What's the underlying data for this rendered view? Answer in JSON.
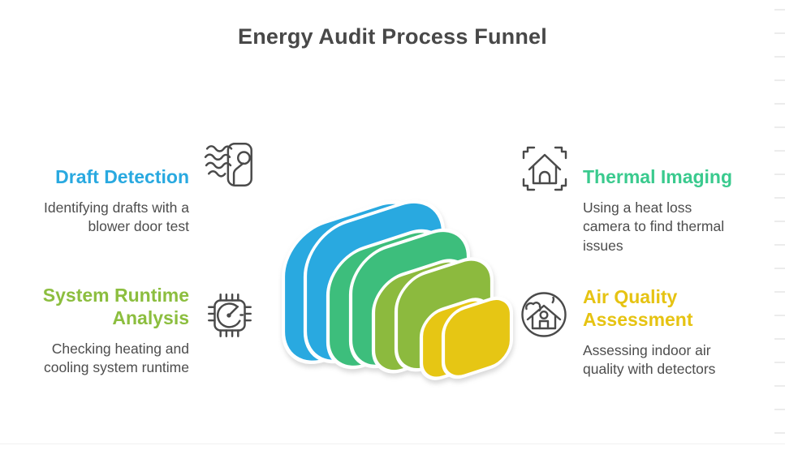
{
  "title": "Energy Audit Process Funnel",
  "items": [
    {
      "id": "draft-detection",
      "label": "Draft Detection",
      "description": "Identifying drafts with a blower door test",
      "color": "#29a9e0",
      "icon": "blower-door-wind-icon"
    },
    {
      "id": "system-runtime-analysis",
      "label": "System Runtime Analysis",
      "description": "Checking heating and cooling system runtime",
      "color": "#8cbe3f",
      "icon": "chip-gauge-icon"
    },
    {
      "id": "thermal-imaging",
      "label": "Thermal Imaging",
      "description": "Using a heat loss camera to find thermal issues",
      "color": "#3aca8e",
      "icon": "house-scan-frame-icon"
    },
    {
      "id": "air-quality-assessment",
      "label": "Air Quality Assessment",
      "description": "Assessing indoor air quality with detectors",
      "color": "#e6c312",
      "icon": "house-air-circle-icon"
    }
  ],
  "funnel": {
    "layers": [
      {
        "name": "draft-detection",
        "color": "#29a9e0"
      },
      {
        "name": "thermal-imaging",
        "color": "#3dbe7c"
      },
      {
        "name": "system-runtime-analysis",
        "color": "#8cba3e"
      },
      {
        "name": "air-quality-assessment",
        "color": "#e6c614"
      }
    ]
  }
}
